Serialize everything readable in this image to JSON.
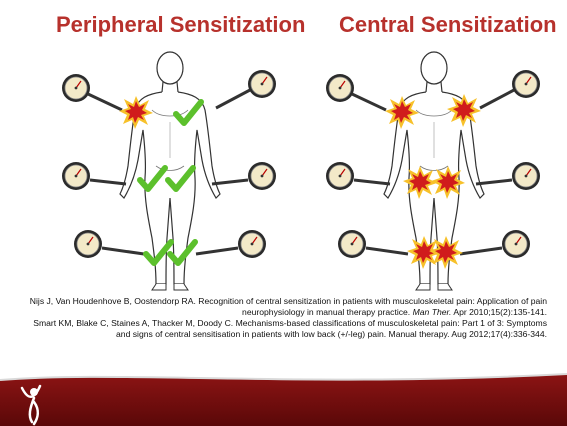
{
  "titles": {
    "left": "Peripheral Sensitization",
    "right": "Central Sensitization"
  },
  "references": [
    {
      "line1": "Nijs J, Van Houdenhove B, Oostendorp RA. Recognition of central sensitization in patients with musculoskeletal pain: Application of pain",
      "line2_before": "neurophysiology in manual therapy practice. ",
      "line2_journal": "Man Ther.",
      "line2_after": " Apr 2010;15(2):135-141."
    },
    {
      "line1": "Smart KM, Blake C, Staines A, Thacker M, Doody C. Mechanisms-based classifications of musculoskeletal pain: Part 1 of 3: Symptoms",
      "line2": "and signs of central sensitisation in patients with low back (+/-leg) pain. Manual therapy. Aug 2012;17(4):336-344."
    }
  ],
  "colors": {
    "title": "#b7312c",
    "footer": "#7a0f0f",
    "burst_outer": "#f7c12a",
    "burst_inner": "#d01c1c",
    "check": "#5cc02c"
  },
  "icons": {
    "left_markers": [
      "pain-burst-icon",
      "check-icon",
      "check-icon",
      "check-icon",
      "check-icon",
      "check-icon"
    ],
    "right_markers": [
      "pain-burst-icon",
      "pain-burst-icon",
      "pain-burst-icon",
      "pain-burst-icon",
      "pain-burst-icon",
      "pain-burst-icon"
    ],
    "probes": "pressure-algometer-icon",
    "logo": "person-logo-icon"
  }
}
